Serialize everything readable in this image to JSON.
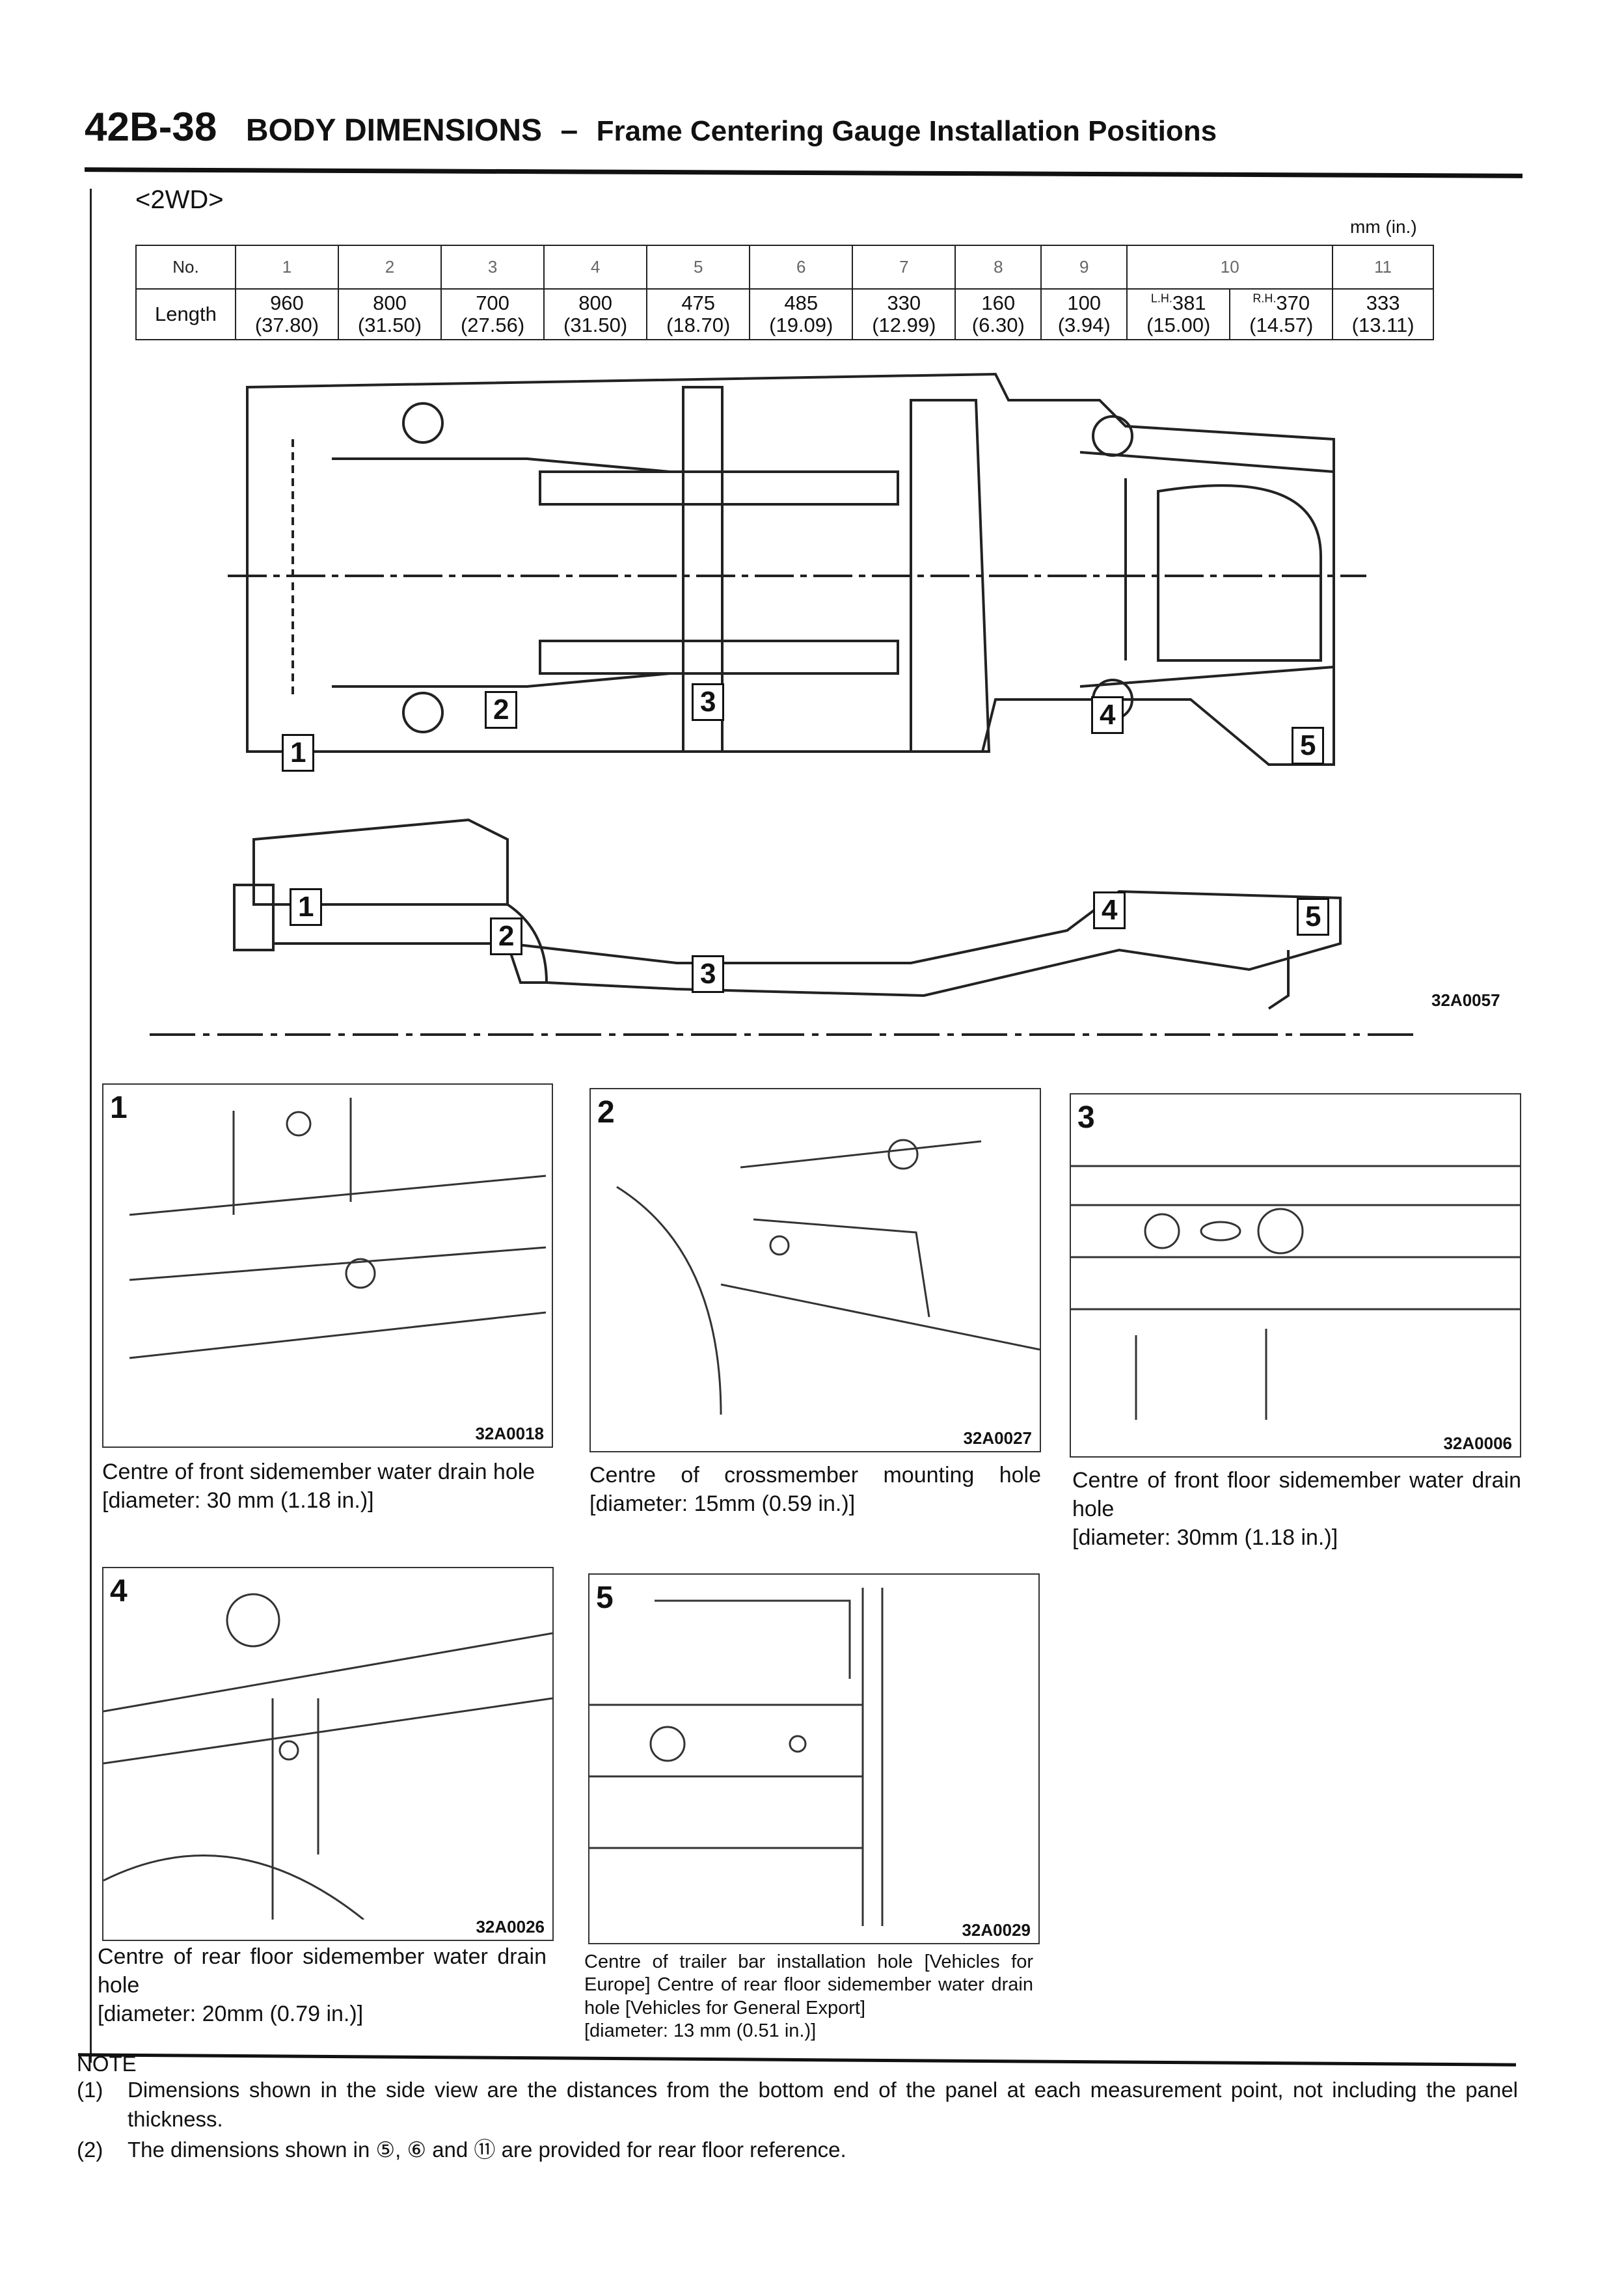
{
  "header": {
    "page_number": "42B-38",
    "section": "BODY DIMENSIONS",
    "separator": "–",
    "subtitle": "Frame Centering Gauge Installation Positions"
  },
  "variant": "<2WD>",
  "units": "mm (in.)",
  "table": {
    "row_labels": [
      "No.",
      "Length"
    ],
    "columns": [
      {
        "no": "1",
        "value": "960",
        "inch": "(37.80)"
      },
      {
        "no": "2",
        "value": "800",
        "inch": "(31.50)"
      },
      {
        "no": "3",
        "value": "700",
        "inch": "(27.56)"
      },
      {
        "no": "4",
        "value": "800",
        "inch": "(31.50)"
      },
      {
        "no": "5",
        "value": "475",
        "inch": "(18.70)"
      },
      {
        "no": "6",
        "value": "485",
        "inch": "(19.09)"
      },
      {
        "no": "7",
        "value": "330",
        "inch": "(12.99)"
      },
      {
        "no": "8",
        "value": "160",
        "inch": "(6.30)"
      },
      {
        "no": "9",
        "value": "100",
        "inch": "(3.94)"
      },
      {
        "no": "10",
        "prefix": "L.H.",
        "value": "381",
        "inch": "(15.00)"
      },
      {
        "no": "10",
        "prefix": "R.H.",
        "value": "370",
        "inch": "(14.57)"
      },
      {
        "no": "11",
        "value": "333",
        "inch": "(13.11)"
      }
    ]
  },
  "diagram": {
    "code": "32A0057",
    "markers": [
      "1",
      "2",
      "3",
      "4",
      "5"
    ]
  },
  "details": [
    {
      "num": "1",
      "code": "32A0018",
      "caption": "Centre of front sidemember water drain hole",
      "diameter": "[diameter: 30 mm (1.18 in.)]"
    },
    {
      "num": "2",
      "code": "32A0027",
      "caption": "Centre of crossmember mounting hole [diameter: 15mm (0.59 in.)]",
      "diameter": ""
    },
    {
      "num": "3",
      "code": "32A0006",
      "caption": "Centre of front floor sidemember water drain hole",
      "diameter": "[diameter: 30mm (1.18 in.)]"
    },
    {
      "num": "4",
      "code": "32A0026",
      "caption": "Centre of rear floor sidemember water drain hole",
      "diameter": "[diameter: 20mm (0.79 in.)]"
    },
    {
      "num": "5",
      "code": "32A0029",
      "caption": "Centre of trailer bar installation hole [Vehicles for Europe] Centre of rear floor sidemember water drain hole [Vehicles for General Export]",
      "diameter": "[diameter: 13 mm (0.51 in.)]"
    }
  ],
  "notes": {
    "title": "NOTE",
    "items": [
      {
        "num": "(1)",
        "text": "Dimensions shown in the side view are the distances from the bottom end of the panel at each measurement point, not including the panel thickness."
      },
      {
        "num": "(2)",
        "text": "The dimensions shown in ⑤, ⑥ and ⑪ are provided for rear floor reference."
      }
    ]
  }
}
